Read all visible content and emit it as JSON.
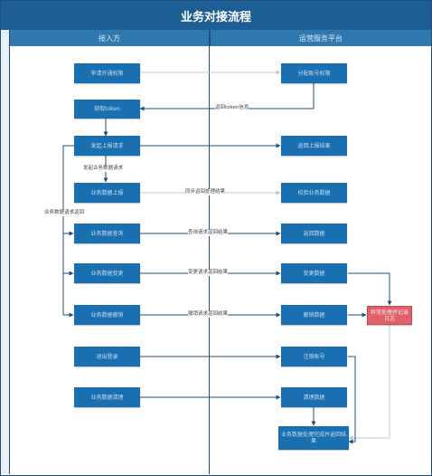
{
  "title": "业务对接流程",
  "lanes": {
    "left": "接入方",
    "right": "运营服务平台"
  },
  "nodes": {
    "n1": "申请开通权限",
    "n2": "分配账号权限",
    "n3": "获取token",
    "n4": "发起上报请求",
    "n5": "返回上报结果",
    "n6": "业务数据上报",
    "n7": "校验业务数据",
    "n8": "业务数据查询",
    "n9": "返回数据",
    "n10": "业务数据变更",
    "n11": "变更数据",
    "n12": "业务数据撤销",
    "n13": "撤销数据",
    "n14": "退出登录",
    "n15": "注销账号",
    "n16": "业务数据清理",
    "n17": "清理数据",
    "n18": "异常处理并记录日志",
    "n19": "业务数据处理完成并返回结果"
  },
  "edge_labels": {
    "e1": "返回token信息",
    "e2": "发起业务数据请求",
    "e3": "同步返回处理结果",
    "e4": "查询请求返回结果",
    "e5": "变更请求返回结果",
    "e6": "撤销请求返回结果",
    "e7": "业务数据请求返回"
  },
  "colors": {
    "node": "#1a6fb0",
    "alert": "#e0616b",
    "title_bar": "#1d5f94",
    "lane_header": "#2f78b0",
    "edge": "#1f4f7a",
    "edge_light": "#b8c9d8"
  }
}
